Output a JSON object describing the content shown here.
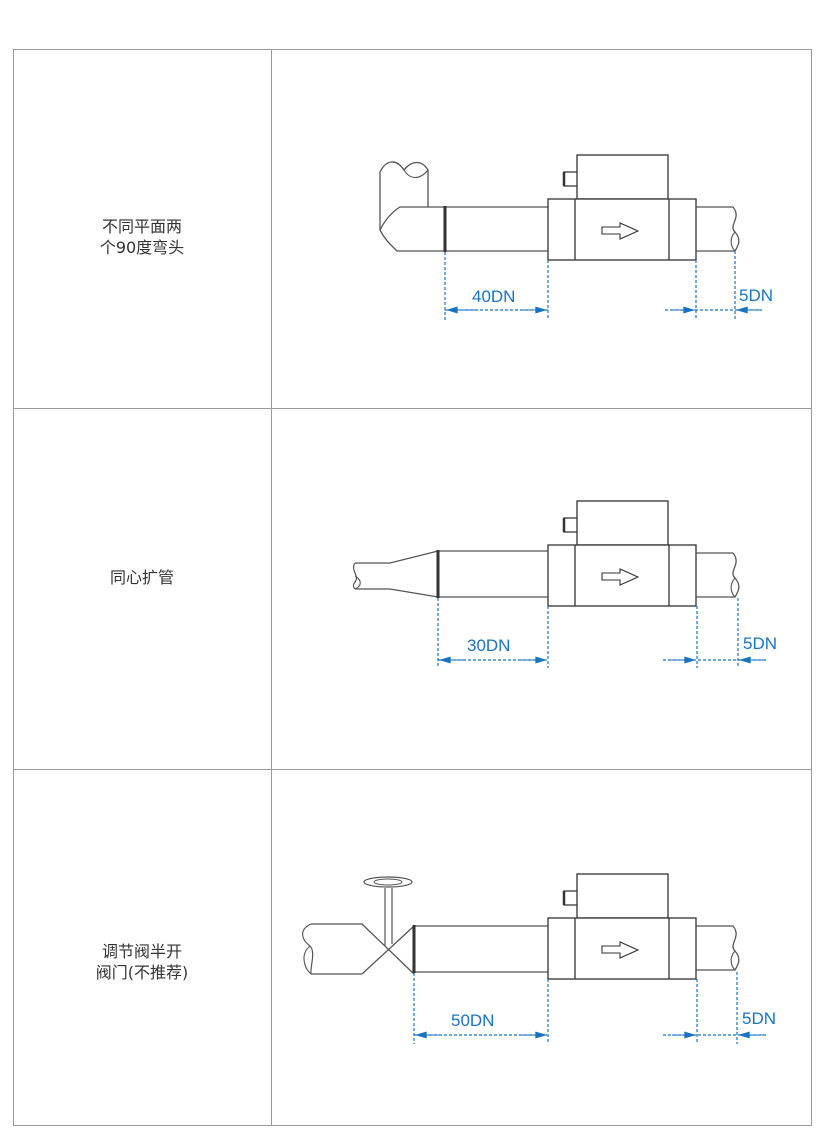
{
  "rows": [
    {
      "label_line1": "不同平面两",
      "label_line2": "个90度弯头",
      "upstream": "40DN",
      "downstream": "5DN"
    },
    {
      "label_line1": "同心扩管",
      "upstream": "30DN",
      "downstream": "5DN"
    },
    {
      "label_line1": "调节阀半开",
      "label_line2": "阀门(不推荐)",
      "upstream": "50DN",
      "downstream": "5DN"
    }
  ],
  "colors": {
    "dimension": "#1a73c0",
    "line": "#333333",
    "border": "#9a9a9a"
  }
}
